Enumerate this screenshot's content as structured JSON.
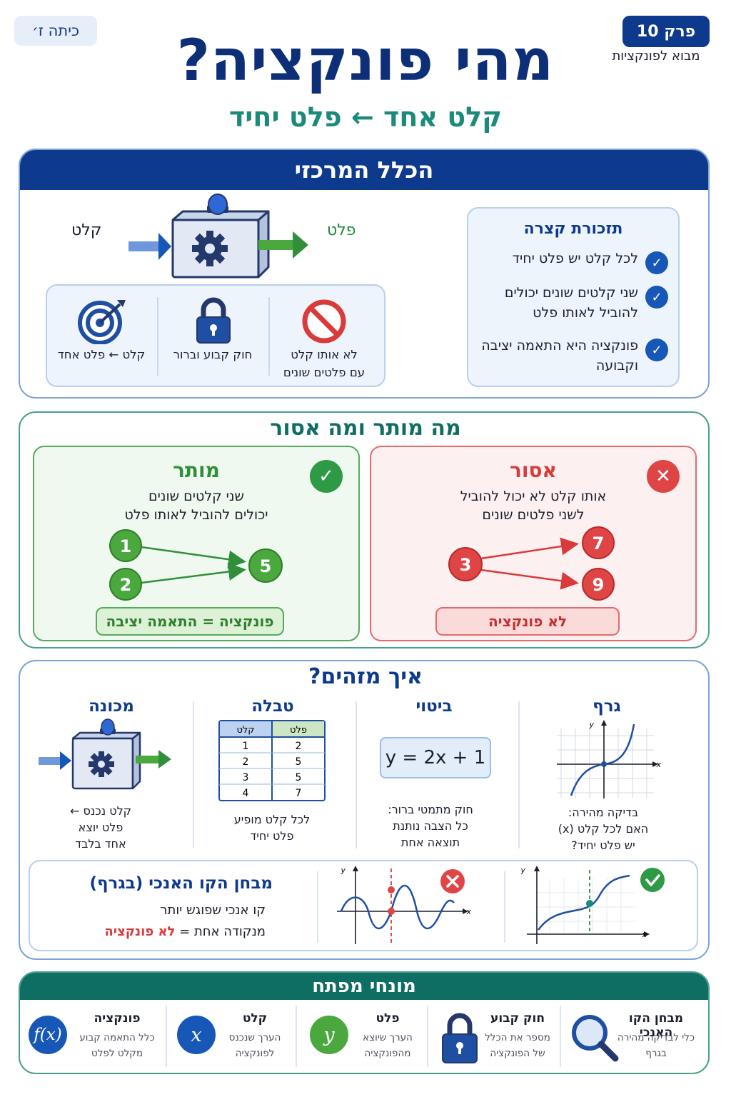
{
  "header": {
    "chapter": "פרק 10",
    "chapter_sub": "מבוא לפונקציות",
    "grade": "כיתה ז׳",
    "title": "מהי פונקציה?",
    "subtitle": "קלט אחד ← פלט יחיד"
  },
  "central_rule": {
    "heading": "הכלל המרכזי",
    "input_label": "קלט",
    "output_label": "פלט",
    "rules": [
      {
        "icon": "prohibited-icon",
        "caption_line1": "לא אותו קלט",
        "caption_line2": "עם פלטים שונים"
      },
      {
        "icon": "lock-icon",
        "caption_line1": "חוק קבוע וברור",
        "caption_line2": ""
      },
      {
        "icon": "target-icon",
        "caption_line1": "קלט ← פלט אחד",
        "caption_line2": ""
      }
    ],
    "reminder": {
      "title": "תזכורת קצרה",
      "items": [
        {
          "line1": "לכל קלט יש פלט יחיד",
          "line2": ""
        },
        {
          "line1": "שני קלטים שונים יכולים",
          "line2": "להוביל לאותו פלט"
        },
        {
          "line1": "פונקציה היא התאמה יציבה",
          "line2": "וקבועה"
        }
      ]
    }
  },
  "allowed_section": {
    "title": "מה מותר ומה אסור",
    "forbidden": {
      "title": "אסור",
      "desc_line1": "אותו קלט לא יכול להוביל",
      "desc_line2": "לשני פלטים שונים",
      "input": "3",
      "outputs": [
        "7",
        "9"
      ],
      "verdict": "לא פונקציה",
      "color": "#d93a3a"
    },
    "allowed": {
      "title": "מותר",
      "desc_line1": "שני קלטים שונים",
      "desc_line2": "יכולים להוביל לאותו פלט",
      "inputs": [
        "1",
        "2"
      ],
      "output": "5",
      "verdict": "פונקציה = התאמה יציבה",
      "color": "#2f8f3a"
    }
  },
  "identify_section": {
    "title": "איך מזהים?",
    "graph": {
      "title": "גרף",
      "cap1": "בדיקה מהירה:",
      "cap2": "האם לכל קלט (x)",
      "cap3": "יש פלט יחיד?",
      "axis_x": "x",
      "axis_y": "y"
    },
    "expression": {
      "title": "ביטוי",
      "formula": "y = 2x + 1",
      "cap1": "חוק מתמטי ברור:",
      "cap2": "כל הצבה נותנת",
      "cap3": "תוצאה אחת"
    },
    "table": {
      "title": "טבלה",
      "headers": [
        "קלט",
        "פלט"
      ],
      "rows": [
        [
          "1",
          "2"
        ],
        [
          "2",
          "5"
        ],
        [
          "3",
          "5"
        ],
        [
          "4",
          "7"
        ]
      ],
      "cap1": "לכל קלט מופיע",
      "cap2": "פלט יחיד"
    },
    "machine": {
      "title": "מכונה",
      "cap1": "קלט נכנס ←",
      "cap2": "פלט יוצא",
      "cap3": "אחד בלבד"
    },
    "vertical_test": {
      "title": "מבחן הקו האנכי (בגרף)",
      "line1": "קו אנכי שפוגש יותר",
      "line2_prefix": "מנקודה אחת = ",
      "line2_highlight": "לא פונקציה",
      "axis_x": "x",
      "axis_y": "y"
    }
  },
  "key_terms": {
    "title": "מונחי מפתח",
    "terms": [
      {
        "name": "מבחן הקו האנכי",
        "desc1": "כלי לבדיקה מהירה",
        "desc2": "בגרף",
        "icon": "magnifier-icon"
      },
      {
        "name": "חוק קבוע",
        "desc1": "מספר את הכלל",
        "desc2": "של הפונקציה",
        "icon": "lock-icon"
      },
      {
        "name": "פלט",
        "desc1": "הערך שיוצא",
        "desc2": "מהפונקציה",
        "symbol": "y",
        "color": "#4aa83f"
      },
      {
        "name": "קלט",
        "desc1": "הערך שנכנס",
        "desc2": "לפונקציה",
        "symbol": "x",
        "color": "#1757b8"
      },
      {
        "name": "פונקציה",
        "desc1": "כלל התאמה קבוע",
        "desc2": "מקלט לפלט",
        "symbol": "f(x)",
        "color": "#1757b8"
      }
    ]
  }
}
